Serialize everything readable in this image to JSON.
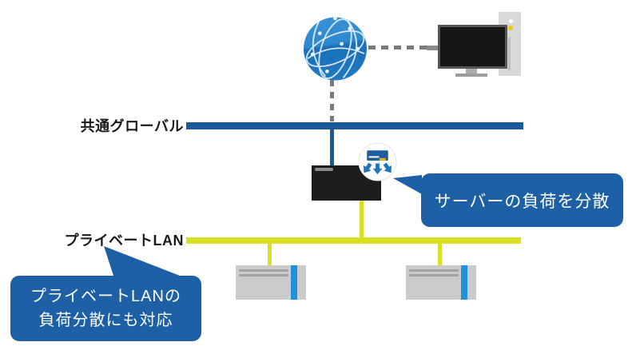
{
  "labels": {
    "global_segment": "共通グローバル",
    "private_segment": "プライベートLAN"
  },
  "callouts": {
    "server_load": "サーバーの負荷を分散",
    "private_load_line1": "プライベートLANの",
    "private_load_line2": "負荷分散にも対応"
  },
  "icons": {
    "globe": "globe-icon",
    "client_pc": "desktop-pc-icon",
    "load_balancer": "load-balancer-icon",
    "badge": "load-distribution-badge-icon",
    "server1": "server-icon",
    "server2": "server-icon"
  },
  "colors": {
    "global_bar": "#1a5a96",
    "private_bar": "#d9e021",
    "callout_bg": "#1d60a5",
    "callout_text": "#ffffff",
    "label_text": "#1a1a1a",
    "lb_body": "#1d1d1d",
    "server_body": "#cbcbcb",
    "server_stripe": "#2191d9",
    "dashed_line": "#7a7a7a",
    "globe_blue": "#1f78c0",
    "arrow_blue": "#1e73be",
    "badge_yellow": "#f2b705"
  }
}
